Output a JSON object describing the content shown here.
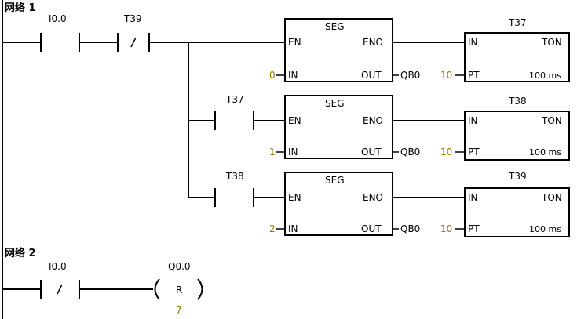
{
  "networks": [
    {
      "title": "网络 1",
      "contacts": [
        {
          "name": "I0.0",
          "negated": false
        },
        {
          "name": "T39",
          "negated": true
        },
        {
          "name": "T37",
          "negated": false
        },
        {
          "name": "T38",
          "negated": false
        }
      ],
      "seg_boxes": [
        {
          "title": "SEG",
          "en": "EN",
          "eno": "ENO",
          "in_label": "IN",
          "out_label": "OUT",
          "in_value": "0",
          "out_value": "QB0"
        },
        {
          "title": "SEG",
          "en": "EN",
          "eno": "ENO",
          "in_label": "IN",
          "out_label": "OUT",
          "in_value": "1",
          "out_value": "QB0"
        },
        {
          "title": "SEG",
          "en": "EN",
          "eno": "ENO",
          "in_label": "IN",
          "out_label": "OUT",
          "in_value": "2",
          "out_value": "QB0"
        }
      ],
      "timers": [
        {
          "name": "T37",
          "in_label": "IN",
          "type": "TON",
          "pt_label": "PT",
          "pt_value": "10",
          "resolution": "100 ms"
        },
        {
          "name": "T38",
          "in_label": "IN",
          "type": "TON",
          "pt_label": "PT",
          "pt_value": "10",
          "resolution": "100 ms"
        },
        {
          "name": "T39",
          "in_label": "IN",
          "type": "TON",
          "pt_label": "PT",
          "pt_value": "10",
          "resolution": "100 ms"
        }
      ]
    },
    {
      "title": "网络 2",
      "contacts": [
        {
          "name": "I0.0",
          "negated": true
        }
      ],
      "coil": {
        "name": "Q0.0",
        "type": "R",
        "count": "7"
      }
    }
  ],
  "colors": {
    "wire": "#000000",
    "constant": "#9a7a00",
    "background": "#ffffff"
  }
}
